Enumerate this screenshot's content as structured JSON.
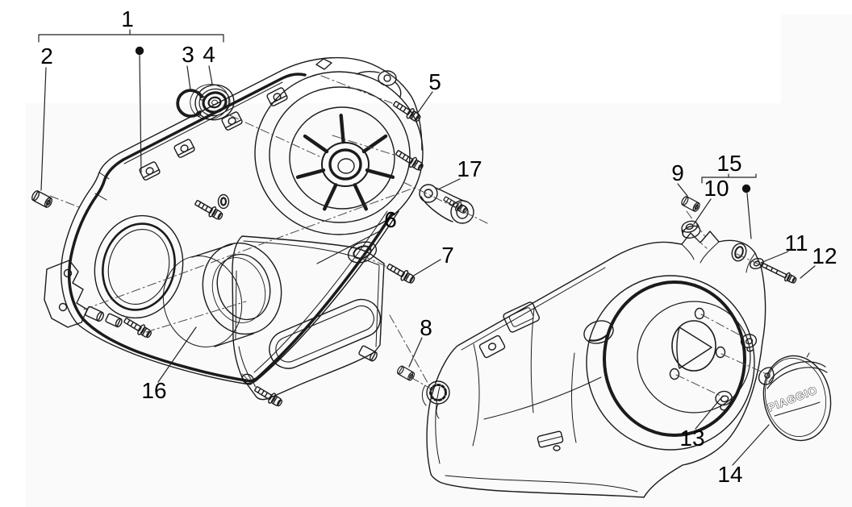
{
  "diagram": {
    "type": "exploded-parts-diagram",
    "subject": "crankcase cover assembly",
    "brand_text": "PIAGGIO",
    "callouts": [
      "1",
      "2",
      "3",
      "4",
      "5",
      "6",
      "7",
      "8",
      "9",
      "10",
      "11",
      "12",
      "13",
      "14",
      "15",
      "16",
      "17"
    ],
    "group_markers": [
      "1",
      "15"
    ],
    "colors": {
      "line": "#1b1b1b",
      "panel": "#fafafa",
      "background": "#ffffff",
      "label": "#000000"
    }
  }
}
